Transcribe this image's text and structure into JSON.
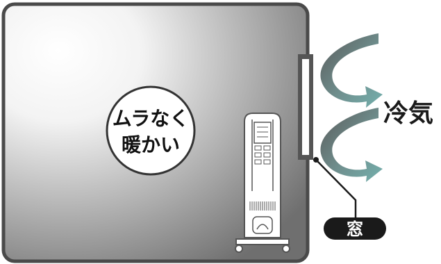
{
  "room": {
    "badge_line1": "ムラなく",
    "badge_line2": "暖かい"
  },
  "airflow": {
    "label": "冷気"
  },
  "window": {
    "label": "窓"
  },
  "colors": {
    "room_outline": "#4a4a4a",
    "room_gradient_light": "#ffffff",
    "room_gradient_dark": "#7a7a7a",
    "arrow_gray": "#5f5f5f",
    "arrow_teal": "#6aa5a3",
    "window_frame": "#555555",
    "label_dark": "#1a1a1a"
  },
  "icons": {
    "heater": "oil-heater-icon",
    "cold_air_arrow": "curved-arrow-icon"
  }
}
